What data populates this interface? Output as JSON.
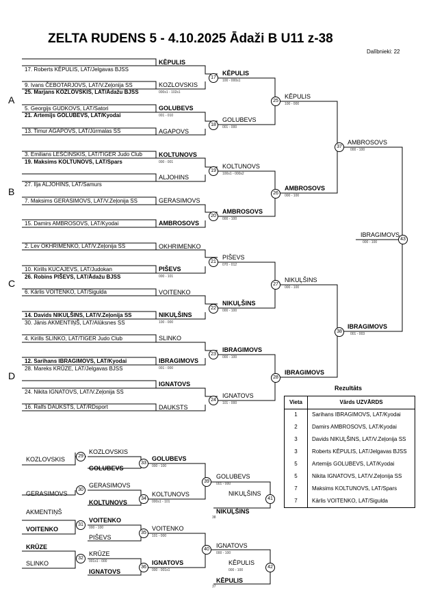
{
  "title": "ZELTA RUDENS 5 -  4.10.2025  Ādaži    B U11 z-38",
  "participants": "Dalībnieki: 22",
  "groups": [
    "A",
    "B",
    "C",
    "D"
  ],
  "entries": {
    "e17": "17. Roberts KĒPULIS, LAT/Jelgavas BJSS",
    "e9": "9. Ivans ČEBOTARJOVS, LAT/V.Zeļonija SS",
    "e25": "25. Marjans KOZLOVSKIS, LAT/Ādažu BJSS",
    "e5": "5. Georgijs GUDKOVS, LAT/Satori",
    "e21": "21. Artemijs GOLUBEVS, LAT/Kyodai",
    "e13": "13. Timur AGAPOVS, LAT/Jūrmalas SS",
    "e3": "3. Emilians LEŠČINSKIS, LAT/TIGER Judo Club",
    "e19": "19. Maksims KOLTUNOVS, LAT/Spars",
    "e27": "27. Ilja ALJOHINS, LAT/Samurs",
    "e7": "7. Maksims GERASIMOVS, LAT/V.Zeļonija SS",
    "e15": "15. Damirs AMBROSOVS, LAT/Kyodai",
    "e2": "2. Lev OKHRIMENKO, LAT/V.Zeļonija SS",
    "e10": "10. Kirills KUCAJEVS, LAT/Judokan",
    "e26": "26. Robins PIŠEVS, LAT/Ādažu BJSS",
    "e6": "6. Kārlis VOITENKO, LAT/Sigulda",
    "e14": "14. Davids NIKUĻŠINS, LAT/V.Zeļonija SS",
    "e30": "30. Jānis AKMENTIŅŠ, LAT/Alūksnes SS",
    "e4": "4. Kirills SLINKO, LAT/TIGER Judo Club",
    "e12": "12. Sarihans IBRAGIMOVS, LAT/Kyodai",
    "e28": "28. Mareks KRŪZE, LAT/Jelgavas BJSS",
    "e24": "24. Nikita IGNATOVS, LAT/V.Zeļonija SS",
    "e16": "16. Ralfs DAUKSTS, LAT/RDsport"
  },
  "r1": {
    "kepulis": "KĒPULIS",
    "kozlovskis": "KOZLOVSKIS",
    "kozlovskis_score": "000s1 - 102s1",
    "golubevs": "GOLUBEVS",
    "golubevs_score": "001 - 010",
    "agapovs": "AGAPOVS",
    "koltunovs": "KOLTUNOVS",
    "koltunovs_score": "000 - 001",
    "aljohins": "ALJOHINS",
    "gerasimovs": "GERASIMOVS",
    "ambrosovs": "AMBROSOVS",
    "okhrimenko": "OKHRIMENKO",
    "pisevs": "PIŠEVS",
    "pisevs_score": "000 - 101",
    "voitenko": "VOITENKO",
    "nikulsins": "NIKUĻŠINS",
    "nikulsins_score": "100 - 000",
    "slinko": "SLINKO",
    "ibragimovs": "IBRAGIMOVS",
    "ibragimovs_score": "001 - 000",
    "ignatovs": "IGNATOVS",
    "dauksts": "DAUKSTS"
  },
  "r2": {
    "m17_name": "KĒPULIS",
    "m17_score": "100 - 000s1",
    "m18_name": "GOLUBEVS",
    "m18_score": "001 - 000",
    "m19_name": "KOLTUNOVS",
    "m19_score": "100s1 - 000s2",
    "m20_name": "AMBROSOVS",
    "m20_score": "000 - 100",
    "m21_name": "PIŠEVS",
    "m21_score": "070 - 012",
    "m22_name": "NIKUĻŠINS",
    "m22_score": "000 - 100",
    "m23_name": "IBRAGIMOVS",
    "m23_score": "000 - 100",
    "m24_name": "IGNATOVS",
    "m24_score": "101 - 000"
  },
  "r3": {
    "m25_name": "KĒPULIS",
    "m25_score": "100 - 000",
    "m26_name": "AMBROSOVS",
    "m26_score": "000 - 100",
    "m27_name": "NIKUĻŠINS",
    "m27_score": "000 - 100",
    "m28_name": "IBRAGIMOVS",
    "m28_score": ""
  },
  "r4": {
    "m37_name": "AMBROSOVS",
    "m37_score": "000 - 100",
    "m38_name": "IBRAGIMOVS",
    "m38_score": "001 - 003"
  },
  "final": {
    "name": "IBRAGIMOVS",
    "score": "000 - 100"
  },
  "nums": [
    "17",
    "18",
    "19",
    "20",
    "21",
    "22",
    "23",
    "24",
    "25",
    "26",
    "27",
    "28",
    "37",
    "38",
    "43",
    "29",
    "30",
    "31",
    "32",
    "33",
    "34",
    "35",
    "36",
    "39",
    "40",
    "41",
    "42"
  ],
  "repechage": {
    "r_kozlovskis": "KOZLOVSKIS",
    "r_gerasimovs": "GERASIMOVS",
    "r_akmentins": "AKMENTIŅŠ",
    "r_voitenko": "VOITENKO",
    "r_kruze": "KRŪZE",
    "r_slinko": "SLINKO",
    "m29_top": "KOZLOVSKIS",
    "m29_bot": "GOLUBEVS",
    "m30_top": "GERASIMOVS",
    "m30_bot": "KOLTUNOVS",
    "m31_top": "VOITENKO",
    "m31_score": "000 - 100",
    "m31_bot": "PIŠEVS",
    "m32_top": "KRŪZE",
    "m32_score": "001s1 - 000",
    "m32_bot": "IGNATOVS",
    "m33_name": "GOLUBEVS",
    "m33_score": "000 - 100",
    "m34_name": "KOLTUNOVS",
    "m34_score": "000s1 - 101",
    "m35_name": "VOITENKO",
    "m35_score": "101 - 000",
    "m36_name": "IGNATOVS",
    "m36_score": "000 - 001s1",
    "m39_name": "GOLUBEVS",
    "m39_score": "001 - 000",
    "m40_name": "IGNATOVS",
    "m40_score": "000 - 100",
    "m41_top": "NIKUĻŠINS",
    "m41_bot": "NIKUĻŠINS",
    "m41_ref": "38",
    "m42_top": "KĒPULIS",
    "m42_score": "000 - 100",
    "m42_bot": "KĒPULIS",
    "m42_ref": "37"
  },
  "results": {
    "title": "Rezultāts",
    "col_place": "Vieta",
    "col_name": "Vārds UZVĀRDS",
    "rows": [
      {
        "place": "1",
        "name": "Sarihans IBRAGIMOVS, LAT/Kyodai"
      },
      {
        "place": "2",
        "name": "Damirs AMBROSOVS, LAT/Kyodai"
      },
      {
        "place": "3",
        "name": "Davids NIKUĻŠINS, LAT/V.Zeļonija SS"
      },
      {
        "place": "3",
        "name": "Roberts KĒPULIS, LAT/Jelgavas BJSS"
      },
      {
        "place": "5",
        "name": "Artemijs GOLUBEVS, LAT/Kyodai"
      },
      {
        "place": "5",
        "name": "Nikita IGNATOVS, LAT/V.Zeļonija SS"
      },
      {
        "place": "7",
        "name": "Maksims KOLTUNOVS, LAT/Spars"
      },
      {
        "place": "7",
        "name": "Kārlis VOITENKO, LAT/Sigulda"
      }
    ]
  }
}
